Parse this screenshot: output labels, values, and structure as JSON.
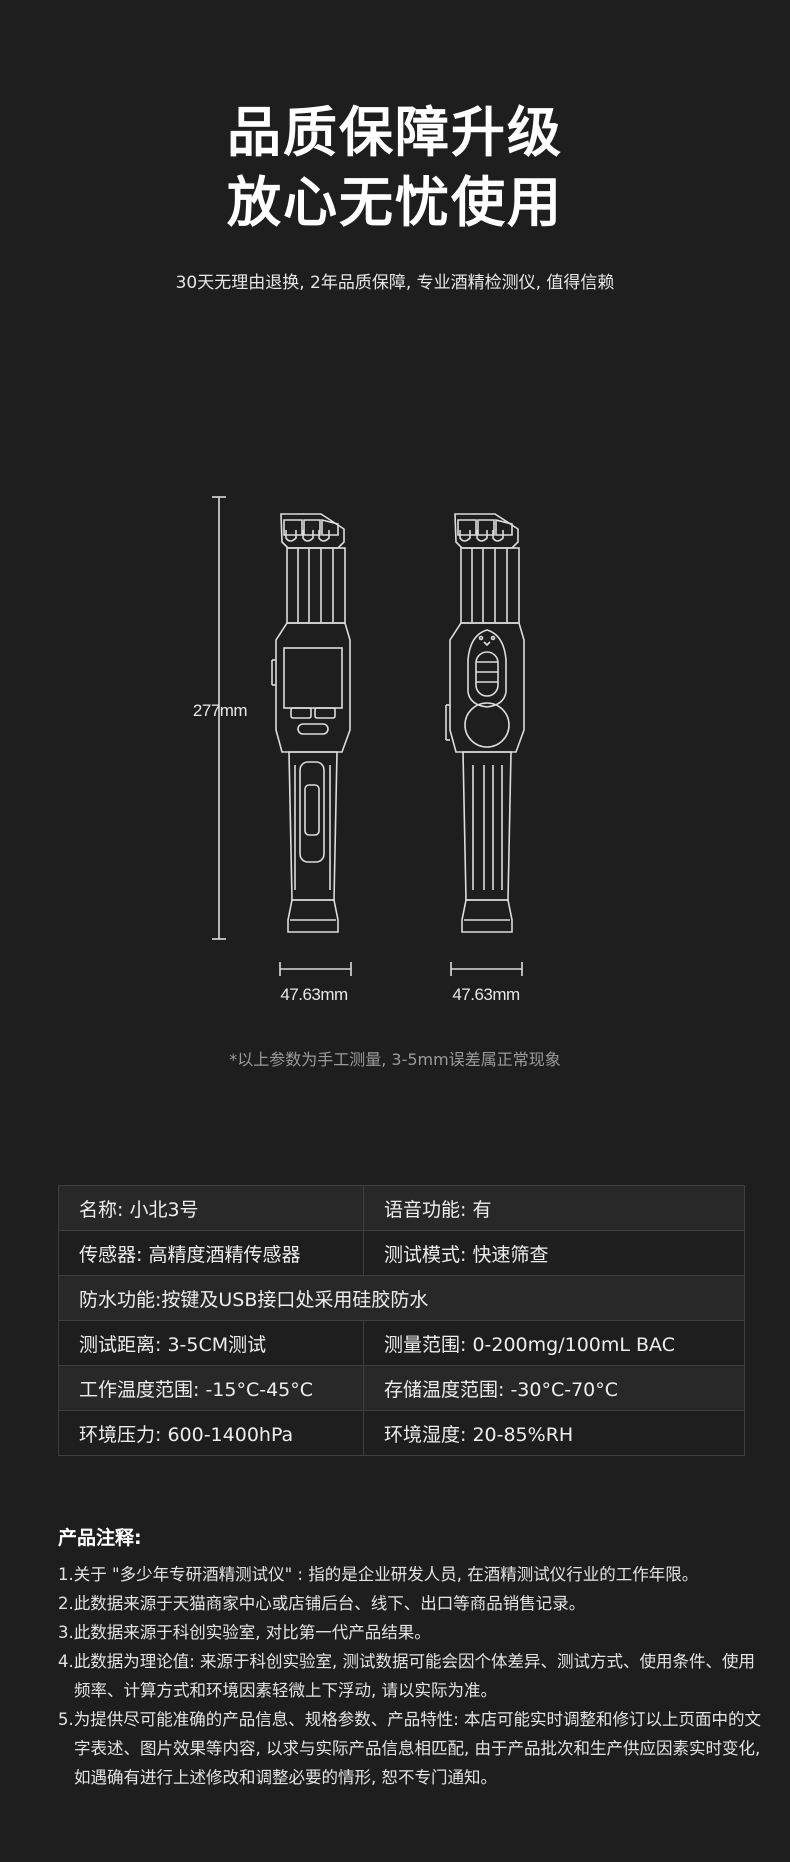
{
  "header": {
    "title_line1": "品质保障升级",
    "title_line2": "放心无忧使用",
    "subtitle": "30天无理由退换, 2年品质保障, 专业酒精检测仪, 值得信赖"
  },
  "diagram": {
    "height_label": "277mm",
    "width_label_front": "47.63mm",
    "width_label_back": "47.63mm"
  },
  "footnote": "*以上参数为手工测量, 3-5mm误差属正常现象",
  "specs": {
    "rows": [
      [
        "名称: 小北3号",
        "语音功能: 有"
      ],
      [
        "传感器: 高精度酒精传感器",
        "测试模式: 快速筛查"
      ],
      [
        "防水功能:按键及USB接口处采用硅胶防水"
      ],
      [
        "测试距离: 3-5CM测试",
        "测量范围: 0-200mg/100mL BAC"
      ],
      [
        "工作温度范围: -15°C-45°C",
        "存储温度范围: -30°C-70°C"
      ],
      [
        "环境压力: 600-1400hPa",
        "环境湿度: 20-85%RH"
      ]
    ]
  },
  "notes": {
    "title": "产品注释:",
    "items": [
      "1.关于 \"多少年专研酒精测试仪\" : 指的是企业研发人员, 在酒精测试仪行业的工作年限。",
      "2.此数据来源于天猫商家中心或店铺后台、线下、出口等商品销售记录。",
      "3.此数据来源于科创实验室, 对比第一代产品结果。",
      "4.此数据为理论值: 来源于科创实验室, 测试数据可能会因个体差异、测试方式、使用条件、使用频率、计算方式和环境因素轻微上下浮动, 请以实际为准。",
      "5.为提供尽可能准确的产品信息、规格参数、产品特性: 本店可能实时调整和修订以上页面中的文字表述、图片效果等内容, 以求与实际产品信息相匹配, 由于产品批次和生产供应因素实时变化, 如遇确有进行上述修改和调整必要的情形, 恕不专门通知。"
    ]
  }
}
